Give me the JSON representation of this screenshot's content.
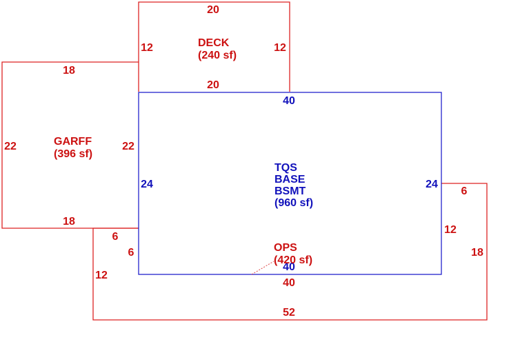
{
  "colors": {
    "red": "#cc1111",
    "blue": "#1111bb",
    "background": "#ffffff"
  },
  "deck": {
    "name": "DECK",
    "area": "(240 sf)",
    "dims": {
      "top": "20",
      "left": "12",
      "right": "12",
      "bottom": "20"
    }
  },
  "garage": {
    "name": "GARFF",
    "area": "(396 sf)",
    "dims": {
      "top": "18",
      "left": "22",
      "right": "22",
      "bottom": "18"
    }
  },
  "base": {
    "line1": "TQS",
    "line2": "BASE",
    "line3": "BSMT",
    "area": "(960 sf)",
    "dims": {
      "top": "40",
      "left": "24",
      "right": "24",
      "bottom": "40"
    }
  },
  "ops": {
    "name": "OPS",
    "area": "(420 sf)",
    "dims": {
      "notch_top": "6",
      "notch_side": "6",
      "left": "12",
      "bottom": "52",
      "inner_bottom": "40",
      "right_top": "6",
      "right_inner": "12",
      "right_outer": "18"
    }
  }
}
